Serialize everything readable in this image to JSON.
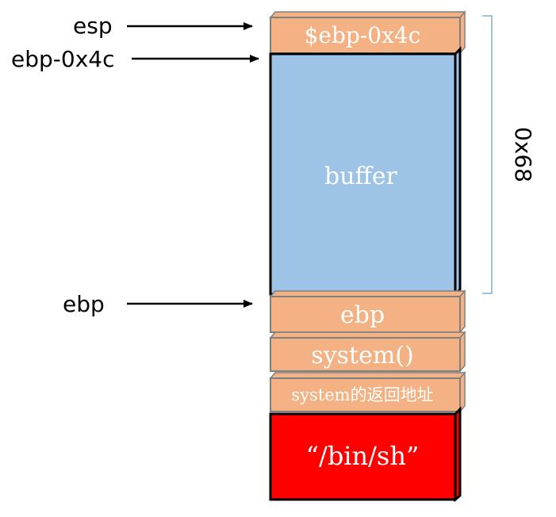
{
  "labels": {
    "esp": "esp",
    "ebp_minus": "ebp-0x4c",
    "ebp": "ebp",
    "size": "0x68"
  },
  "cells": {
    "arg_ptr": "$ebp-0x4c",
    "buffer": "buffer",
    "saved_ebp": "ebp",
    "system_call": "system()",
    "return_addr": "system的返回地址",
    "binsh": "“/bin/sh”"
  },
  "colors": {
    "orange": "#F4B183",
    "blue": "#9DC3E6",
    "red": "#FF0000",
    "bracket": "#9DC3E6",
    "arrow": "#000000"
  }
}
